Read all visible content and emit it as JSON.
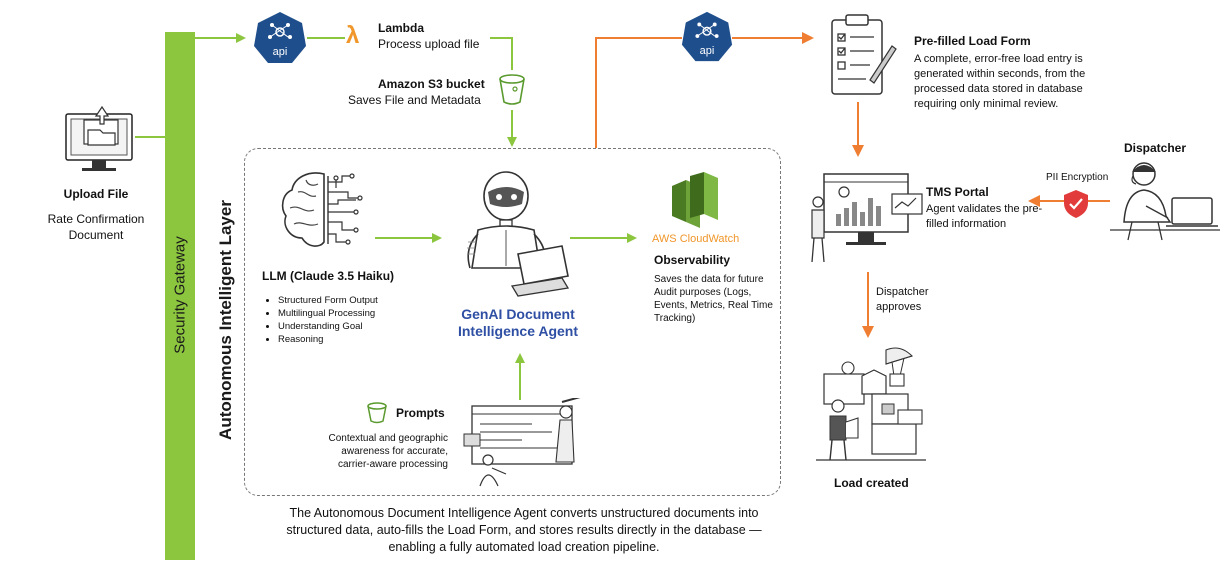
{
  "upload": {
    "title": "Upload File",
    "subtitle": "Rate Confirmation Document"
  },
  "gateway": {
    "label": "Security Gateway"
  },
  "api_labels": [
    "api",
    "api"
  ],
  "lambda": {
    "title": "Lambda",
    "description": "Process upload file"
  },
  "s3": {
    "title": "Amazon S3 bucket",
    "description": "Saves File and Metadata"
  },
  "layer": {
    "label": "Autonomous Intelligent Layer"
  },
  "llm": {
    "title": "LLM (Claude 3.5 Haiku)",
    "capabilities": [
      "Structured Form Output",
      "Multilingual Processing",
      "Understanding Goal",
      "Reasoning"
    ]
  },
  "agent": {
    "title_line1": "GenAI Document",
    "title_line2": "Intelligence Agent"
  },
  "cloudwatch": {
    "brand": "AWS CloudWatch",
    "title": "Observability",
    "description": "Saves the data for future Audit purposes (Logs, Events, Metrics, Real Time Tracking)"
  },
  "prompts": {
    "title": "Prompts",
    "description": "Contextual and geographic awareness for accurate, carrier-aware processing"
  },
  "load_form": {
    "title": "Pre-filled Load Form",
    "description": "A complete, error-free load entry is generated within seconds, from the processed data stored in database requiring only minimal review."
  },
  "tms": {
    "title": "TMS Portal",
    "description": "Agent validates the pre-filled information"
  },
  "dispatcher": {
    "title": "Dispatcher"
  },
  "pii": {
    "label": "PII Encryption"
  },
  "approval": {
    "label": "Dispatcher approves"
  },
  "load_created": {
    "title": "Load created"
  },
  "footer": {
    "summary": "The Autonomous Document Intelligence Agent converts unstructured documents into structured data, auto-fills the Load Form, and stores results directly in the database — enabling a fully automated load creation pipeline."
  },
  "colors": {
    "green": "#8cc63f",
    "orange": "#ef7d32",
    "api_blue": "#1f4e8c",
    "agent_blue": "#2e4fa3",
    "cloudwatch_green": "#5a8a2e",
    "shield_red": "#e23b3b"
  },
  "icons": [
    "upload-computer-icon",
    "api-hexagon-icon",
    "lambda-icon",
    "s3-bucket-icon",
    "brain-circuit-icon",
    "robot-agent-icon",
    "cloudwatch-icon",
    "prompts-bucket-icon",
    "prompt-illustration-icon",
    "clipboard-form-icon",
    "tms-dashboard-icon",
    "shield-icon",
    "dispatcher-person-icon",
    "load-boxes-icon"
  ]
}
